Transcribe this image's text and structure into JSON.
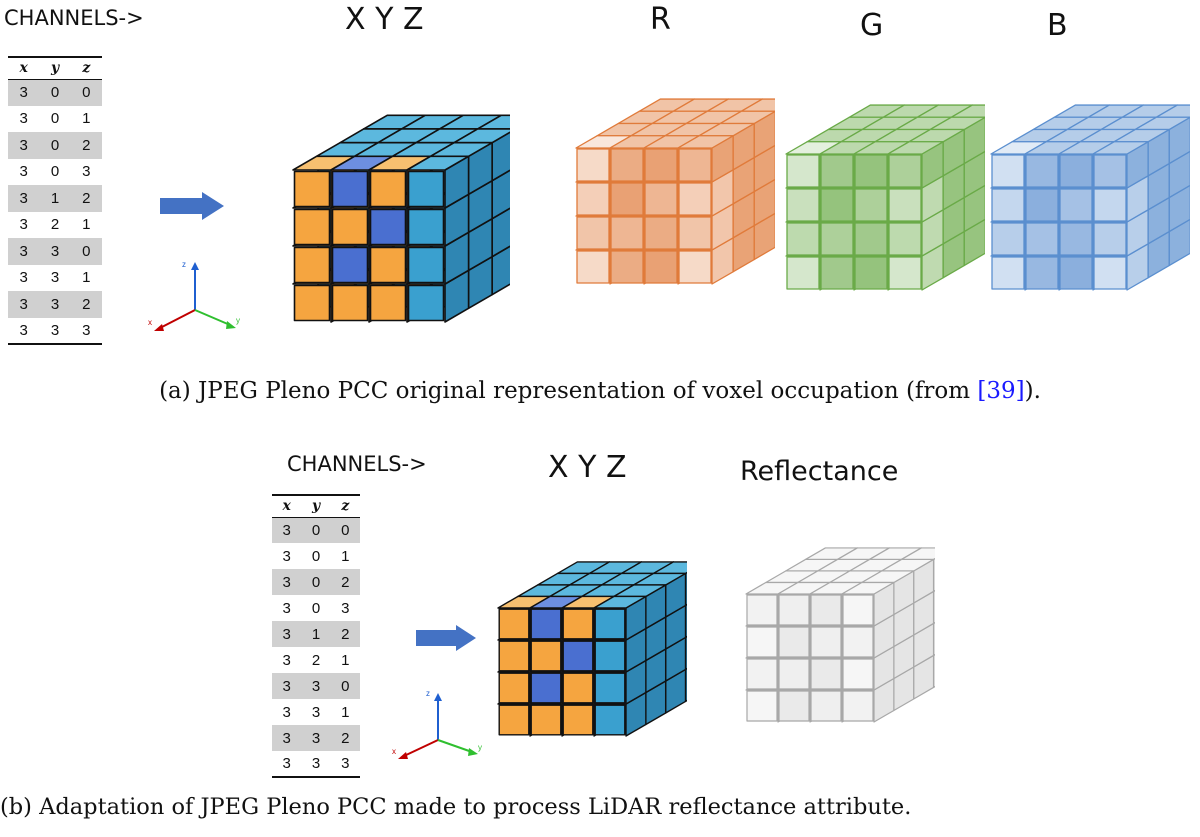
{
  "panel_a": {
    "channels_label": "CHANNELS->",
    "channel_titles": [
      "X Y Z",
      "R",
      "G",
      "B"
    ],
    "table_headers": [
      "x",
      "y",
      "z"
    ],
    "table_rows": [
      [
        3,
        0,
        0
      ],
      [
        3,
        0,
        1
      ],
      [
        3,
        0,
        2
      ],
      [
        3,
        0,
        3
      ],
      [
        3,
        1,
        2
      ],
      [
        3,
        2,
        1
      ],
      [
        3,
        3,
        0
      ],
      [
        3,
        3,
        1
      ],
      [
        3,
        3,
        2
      ],
      [
        3,
        3,
        3
      ]
    ],
    "axis_labels": {
      "x": "x",
      "y": "y",
      "z": "z"
    },
    "caption_prefix": "(a) JPEG Pleno PCC original representation of voxel occupation (from ",
    "caption_cite": "[39]",
    "caption_suffix": ")."
  },
  "panel_b": {
    "channels_label": "CHANNELS->",
    "channel_titles": [
      "X Y Z",
      "Reflectance"
    ],
    "table_headers": [
      "x",
      "y",
      "z"
    ],
    "table_rows": [
      [
        3,
        0,
        0
      ],
      [
        3,
        0,
        1
      ],
      [
        3,
        0,
        2
      ],
      [
        3,
        0,
        3
      ],
      [
        3,
        1,
        2
      ],
      [
        3,
        2,
        1
      ],
      [
        3,
        3,
        0
      ],
      [
        3,
        3,
        1
      ],
      [
        3,
        3,
        2
      ],
      [
        3,
        3,
        3
      ]
    ],
    "axis_labels": {
      "x": "x",
      "y": "y",
      "z": "z"
    },
    "caption": "(b) Adaptation of JPEG Pleno PCC made to process LiDAR reflectance attribute."
  },
  "colors": {
    "occupied": "#f5a540",
    "occupied_dark": "#e9892e",
    "empty": "#3aa0cf",
    "empty_dark": "#4a6fd0",
    "red_channel": "#e07b3b",
    "green_channel": "#6aaa48",
    "blue_channel": "#5b8fcf",
    "reflectance_channel": "#b4b4b4",
    "arrow": "#4472c4",
    "axis_x": "#c00000",
    "axis_y": "#2fbf2f",
    "axis_z": "#1f5fd0"
  }
}
